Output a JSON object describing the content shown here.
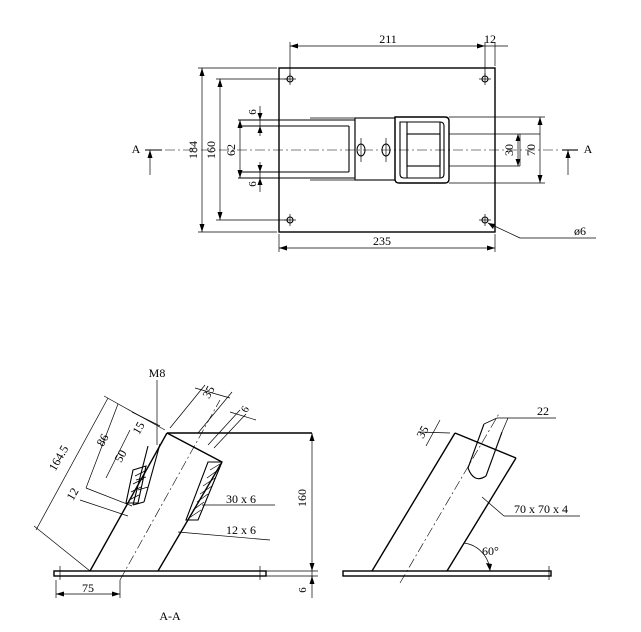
{
  "plan_view": {
    "dims": {
      "d211": "211",
      "d12": "12",
      "d184": "184",
      "d160": "160",
      "d62": "62",
      "d6_top": "6",
      "d6_bot": "6",
      "d30": "30",
      "d70": "70",
      "d235": "235",
      "hole": "ø6"
    },
    "section_mark_left": "A",
    "section_mark_right": "A"
  },
  "section_view": {
    "dims": {
      "d35": "35",
      "d6": "6",
      "d15": "15",
      "d86": "86",
      "d50": "50",
      "d164_5": "164.5",
      "d12": "12",
      "d160": "160",
      "d75": "75",
      "d6_base": "6"
    },
    "thread": "M8",
    "weld_upper": "30 x 6",
    "weld_lower": "12 x 6",
    "caption": "A-A"
  },
  "side_view": {
    "dims": {
      "d35": "35",
      "d22": "22"
    },
    "profile": "70 x 70 x 4",
    "angle": "60°"
  }
}
